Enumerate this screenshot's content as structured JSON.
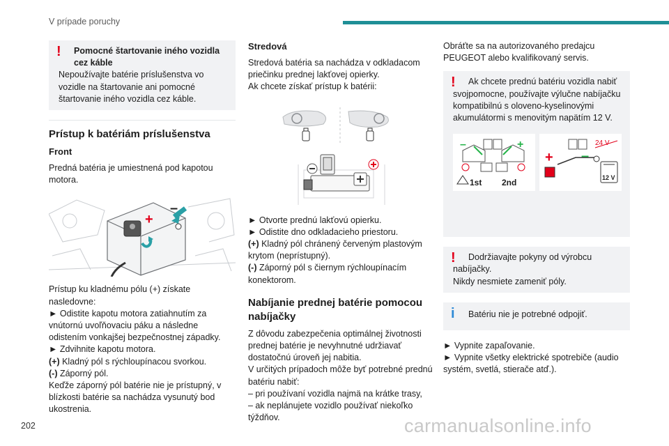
{
  "header": {
    "section_title": "V prípade poruchy"
  },
  "page_number": "202",
  "watermark": "carmanualsonline.info",
  "col1": {
    "warning_title": "Pomocné štartovanie iného vozidla cez káble",
    "warning_text": "Nepoužívajte batérie príslušenstva vo vozidle na štartovanie ani pomocné štartovanie iného vozidla cez káble.",
    "heading": "Prístup k batériám príslušenstva",
    "subheading": "Front",
    "front_text": "Predná batéria je umiestnená pod kapotou motora.",
    "fig_minus": "–",
    "fig_plus": "+",
    "access_intro": "Prístup ku kladnému pólu (+) získate nasledovne:",
    "step1": "► Odistite kapotu motora zatiahnutím za vnútornú uvoľňovaciu páku a následne odistením vonkajšej bezpečnostnej západky.",
    "step2": "► Zdvihnite kapotu motora.",
    "plus_label": "(+)",
    "plus_text": " Kladný pól s rýchloupínacou svorkou.",
    "minus_label": "(-)",
    "minus_text": " Záporný pól.",
    "ground_text": "Keďže záporný pól batérie nie je prístupný, v blízkosti batérie sa nachádza vysunutý bod ukostrenia."
  },
  "col2": {
    "subheading": "Stredová",
    "text1": "Stredová batéria sa nachádza v odkladacom priečinku prednej lakťovej opierky.",
    "text2": "Ak chcete získať prístup k batérii:",
    "step1": "► Otvorte prednú lakťovú opierku.",
    "step2": "► Odistite dno odkladacieho priestoru.",
    "plus_label": "(+)",
    "plus_text": " Kladný pól chránený červeným plastovým krytom (neprístupný).",
    "minus_label": "(-)",
    "minus_text": " Záporný pól s čiernym rýchloupínacím konektorom.",
    "heading": "Nabíjanie prednej batérie pomocou nabíjačky",
    "text3": "Z dôvodu zabezpečenia optimálnej životnosti prednej batérie je nevyhnutné udržiavať dostatočnú úroveň jej nabitia.",
    "text4": "V určitých prípadoch môže byť potrebné prednú batériu nabiť:",
    "dash1": "–  pri používaní vozidla najmä na krátke trasy,",
    "dash2": "–  ak neplánujete vozidlo používať niekoľko týždňov."
  },
  "col3": {
    "text1": "Obráťte sa na autorizovaného predajcu PEUGEOT alebo kvalifikovaný servis.",
    "warning1": "Ak chcete prednú batériu vozidla nabiť svojpomocne, používajte výlučne nabíjačku kompatibilnú s oloveno-kyselinovými akumulátormi s menovitým napätím 12 V.",
    "fig": {
      "first": "1st",
      "second": "2nd",
      "v24": "24 V",
      "v12": "12 V"
    },
    "warning2_line1": "Dodržiavajte pokyny od výrobcu nabíjačky.",
    "warning2_line2": "Nikdy nesmiete zameniť póly.",
    "info": "Batériu nie je potrebné odpojiť.",
    "step1": "► Vypnite zapaľovanie.",
    "step2": "► Vypnite všetky elektrické spotrebiče (audio systém, svetlá, stierače atď.)."
  },
  "colors": {
    "accent": "#1f8f96",
    "warning": "#e2001a",
    "info": "#2d8ad6",
    "box_bg": "#f1f2f4"
  }
}
